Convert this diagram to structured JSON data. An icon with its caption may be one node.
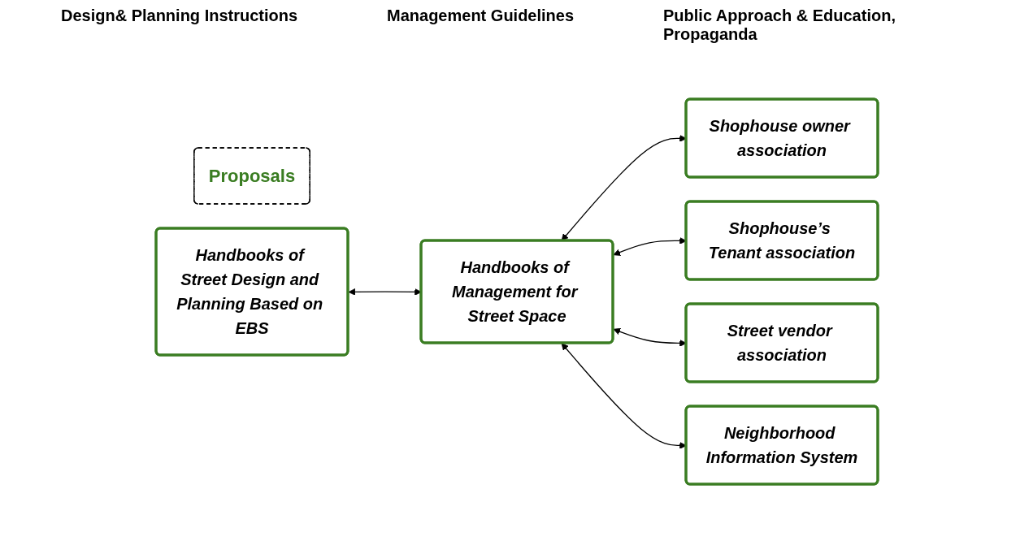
{
  "diagram": {
    "nodes": [
      {
        "text": [
          "Proposals"
        ]
      },
      {
        "text": [
          "Handbooks of Street Design and Planning Based on EBS"
        ]
      },
      {
        "text": [
          "Handbooks of Management for Street Space"
        ]
      },
      {
        "text": [
          "Shophouse owner association"
        ]
      },
      {
        "text": [
          "Shophouse’s Tenant association"
        ]
      },
      {
        "text": [
          "Street vendor association"
        ]
      },
      {
        "text": [
          "Neighborhood Information System"
        ]
      }
    ],
    "edges": [
      {
        "from": 1,
        "to": 2,
        "arrow": "both"
      },
      {
        "from": 2,
        "to": 3,
        "arrow": "both"
      },
      {
        "from": 2,
        "to": 4,
        "arrow": "both"
      },
      {
        "from": 2,
        "to": 5,
        "arrow": "both"
      },
      {
        "from": 2,
        "to": 6,
        "arrow": "both"
      }
    ],
    "labels": [
      "Design& Planning Instructions",
      "Management Guidelines",
      "Public Approach & Education, Propaganda"
    ]
  }
}
